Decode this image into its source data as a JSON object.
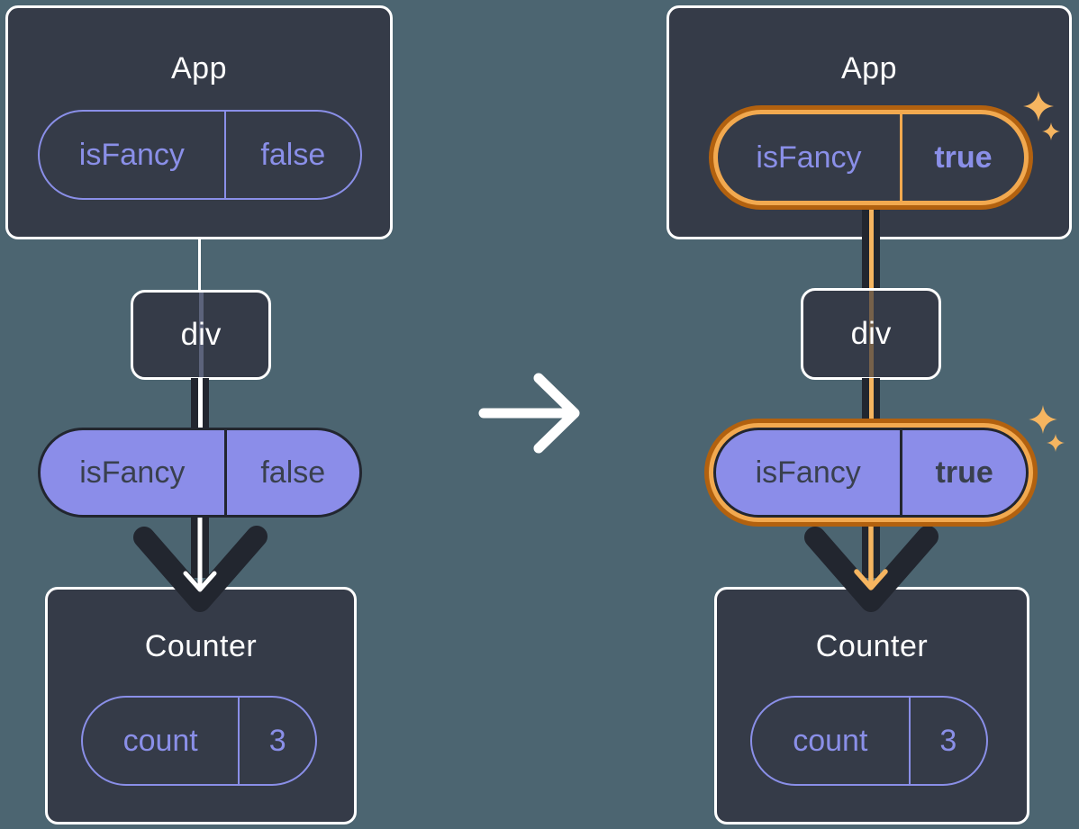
{
  "colors": {
    "background": "#4C6571",
    "card": "#353B48",
    "card_border": "#FFFFFF",
    "pipe_dark": "#22262F",
    "purple": "#8A8FE8",
    "purple_fill": "#8B8DE9",
    "dark_text_on_purple": "#39404E",
    "orange_ring_outer": "#B2610F",
    "orange_ring_inner": "#F2A94F",
    "orange_accent": "#F6B560"
  },
  "before": {
    "app": {
      "title": "App",
      "prop_name": "isFancy",
      "prop_value": "false"
    },
    "div_label": "div",
    "passed_prop": {
      "name": "isFancy",
      "value": "false"
    },
    "counter": {
      "title": "Counter",
      "state_name": "count",
      "state_value": "3"
    }
  },
  "after": {
    "app": {
      "title": "App",
      "prop_name": "isFancy",
      "prop_value": "true"
    },
    "div_label": "div",
    "passed_prop": {
      "name": "isFancy",
      "value": "true"
    },
    "counter": {
      "title": "Counter",
      "state_name": "count",
      "state_value": "3"
    }
  },
  "icons": {
    "transition_arrow": "arrow-right",
    "sparkle": "four-point-star",
    "prop_flow_arrow": "arrow-down"
  }
}
